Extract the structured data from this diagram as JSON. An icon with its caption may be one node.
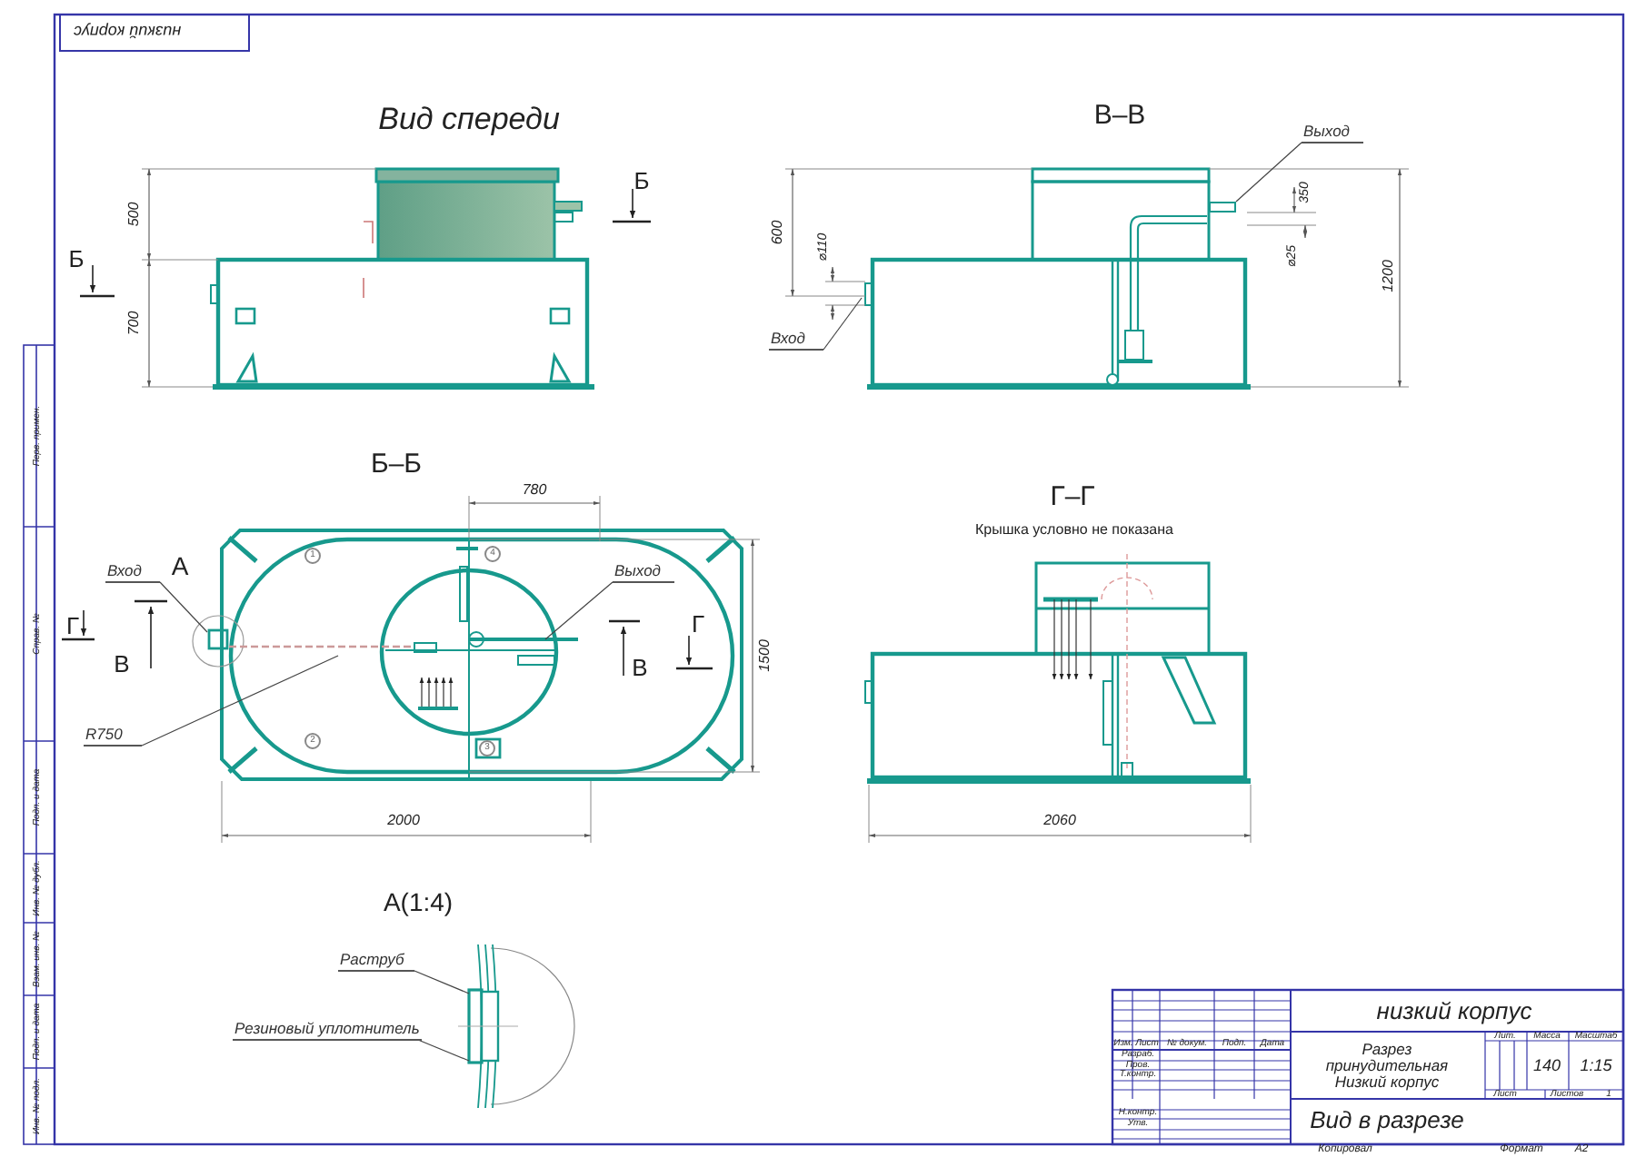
{
  "diagram": {
    "title": "Вид спереди",
    "nodes": [
      {
        "text": [
          "Вход"
        ]
      },
      {
        "text": [
          "Выход"
        ]
      },
      {
        "text": [
          "Вход"
        ]
      },
      {
        "text": [
          "Выход"
        ]
      },
      {
        "text": [
          "R750"
        ]
      },
      {
        "text": [
          "Раструб"
        ]
      },
      {
        "text": [
          "Резиновый уплотнитель"
        ]
      },
      {
        "text": [],
        "shape": "box"
      }
    ],
    "edges": [
      {
        "from": 0,
        "to": null,
        "arrow": "none"
      },
      {
        "from": 1,
        "to": 7,
        "arrow": "none"
      },
      {
        "from": 2,
        "to": null,
        "arrow": "none"
      },
      {
        "from": 3,
        "to": null,
        "arrow": "none"
      },
      {
        "from": 4,
        "to": null,
        "arrow": "none"
      },
      {
        "from": 5,
        "to": null,
        "arrow": "none"
      },
      {
        "from": 6,
        "to": null,
        "arrow": "none"
      }
    ],
    "labels": [
      "низкий корпус",
      "Б",
      "500",
      "Б",
      "700",
      "В–В",
      "600",
      "⌀110",
      "350",
      "⌀25",
      "1200",
      "Б–Б",
      "780",
      "А",
      "1",
      "4",
      "Г",
      "В",
      "В",
      "Г",
      "1500",
      "2",
      "3",
      "2000",
      "Г–Г",
      "Крышка условно не показана",
      "2060",
      "А(1:4)",
      "низкий корпус",
      "Разрез принудительная Низкий корпус",
      "Вид в разрезе",
      "Изм.",
      "Лист",
      "№ докум.",
      "Подп.",
      "Дата",
      "Разраб.",
      "Пров.",
      "Т.контр.",
      "Н.контр.",
      "Утв.",
      "Лит.",
      "Масса",
      "Масштаб",
      "140",
      "1:15",
      "Лист",
      "Листов",
      "1",
      "Копировал",
      "Формат",
      "A2",
      "Перв. примен.",
      "Справ. №",
      "Подп. и дата",
      "Инв. № дубл.",
      "Взам. инв. №",
      "Подп. и дата",
      "Инв. № подл."
    ]
  }
}
